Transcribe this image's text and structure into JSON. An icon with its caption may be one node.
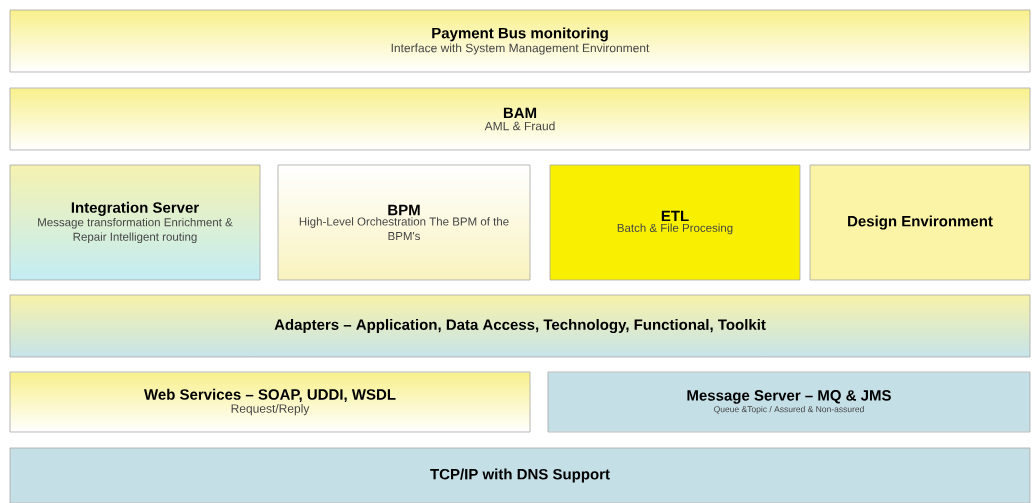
{
  "diagram": {
    "nodes": [
      {
        "text": [
          "Payment Bus monitoring",
          "Interface with System Management Environment"
        ]
      },
      {
        "text": [
          "BAM",
          "AML & Fraud"
        ]
      },
      {
        "text": [
          "Integration Server",
          "Message transformation Enrichment & Repair Intelligent routing"
        ]
      },
      {
        "text": [
          "BPM",
          "High-Level Orchestration The BPM of the BPM's"
        ]
      },
      {
        "text": [
          "ETL",
          "Batch & File Procesing"
        ]
      },
      {
        "text": [
          "Design Environment"
        ]
      },
      {
        "text": [
          "Adapters – Application, Data Access, Technology, Functional, Toolkit"
        ]
      },
      {
        "text": [
          "Web Services – SOAP, UDDI, WSDL",
          "Request/Reply"
        ]
      },
      {
        "text": [
          "Message Server – MQ & JMS",
          "Queue &Topic / Assured & Non-assured"
        ]
      },
      {
        "text": [
          "TCP/IP with DNS Support"
        ]
      }
    ]
  }
}
